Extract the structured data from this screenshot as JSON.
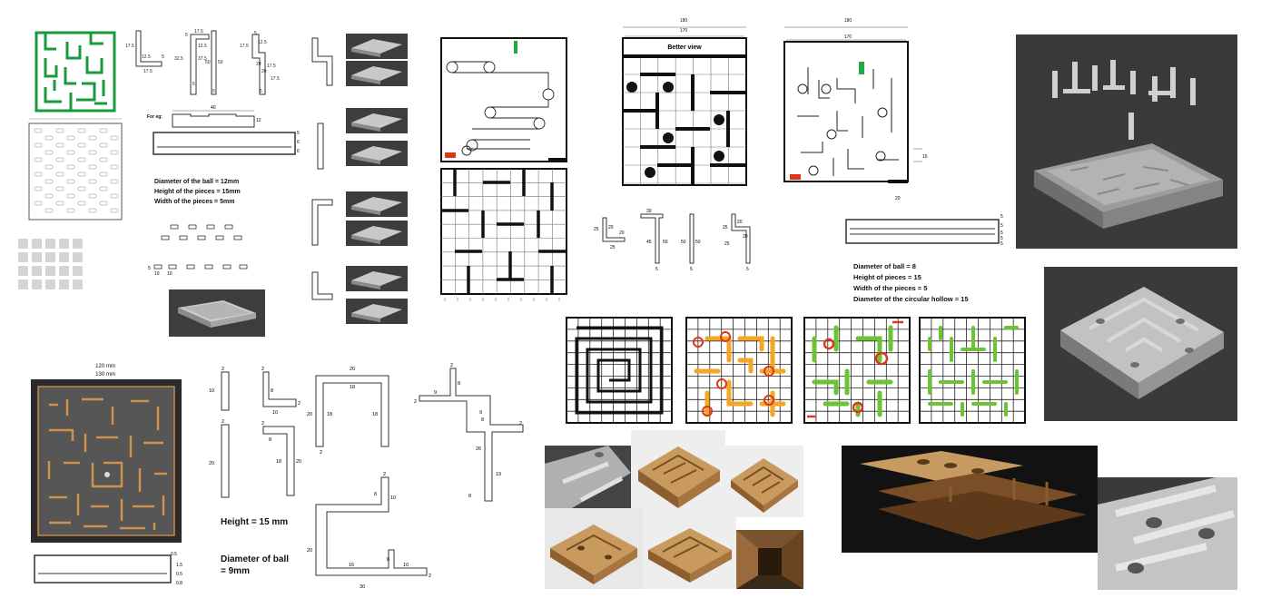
{
  "colors": {
    "maze_green": "#1a9a3c",
    "orange_marker": "#f5a623",
    "red_marker": "#e0341e",
    "lime_marker": "#6cc334",
    "dark_render_bg": "#3a3a3a",
    "wood": "#b98550",
    "blueprint_bg": "#505050"
  },
  "topleft": {
    "piece_dims": [
      "17.5",
      "12.5",
      "5",
      "17.5",
      "5",
      "32.5",
      "37.5",
      "17.5",
      "5",
      "50",
      "50",
      "5",
      "5",
      "17.5",
      "12.5",
      "20",
      "20",
      "5",
      "17.5",
      "5"
    ],
    "for_eg": "For eg:",
    "bar_len": "40",
    "bar_h": "12",
    "rail_dims": [
      "5",
      "6",
      "6"
    ],
    "notes": [
      "Diameter of the ball = 12mm",
      "Height of the pieces = 15mm",
      "Width of the pieces = 5mm"
    ],
    "spacing_dims": [
      "5",
      "10",
      "10",
      "10"
    ]
  },
  "center": {
    "better_view": "Better view",
    "width_outer": "180",
    "width_inner": "170",
    "side_dim": "15",
    "bottom_dim": "20",
    "piece_dims": [
      "30",
      "20",
      "25",
      "20",
      "25",
      "45",
      "50",
      "5",
      "50",
      "50",
      "5",
      "25",
      "20",
      "20",
      "25",
      "5"
    ],
    "rail_dims": [
      "5",
      "5",
      "5",
      "5",
      "5"
    ],
    "notes": [
      "Diameter of ball = 8",
      "Height of pieces = 15",
      "Width of the pieces = 5",
      "Diameter of the circular hollow = 15"
    ]
  },
  "bottomleft": {
    "outer_width": "120 mm",
    "inner_width": "130 mm",
    "rail_dims": [
      "0.5",
      "1.5",
      "0.5",
      "0.8"
    ],
    "piece_dims": [
      "2",
      "10",
      "2",
      "8",
      "2",
      "10",
      "8",
      "20",
      "18",
      "20",
      "20",
      "18",
      "18",
      "2",
      "2",
      "8",
      "10",
      "20",
      "16",
      "8",
      "10",
      "2",
      "30",
      "2",
      "9",
      "2",
      "8",
      "9",
      "8",
      "2",
      "26",
      "19",
      "8"
    ],
    "height_note": "Height = 15 mm",
    "ball_note_1": "Diameter of ball",
    "ball_note_2": "= 9mm"
  }
}
